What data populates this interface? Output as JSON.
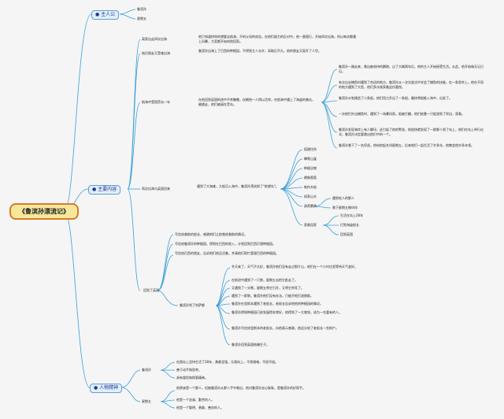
{
  "root": "《鲁滨孙漂流记》",
  "protagonist": {
    "label": "主人公",
    "items": [
      "鲁滨孙",
      "星期五"
    ]
  },
  "content": {
    "label": "主要内容",
    "sections": [
      {
        "label": "离家出走四次出海",
        "text": "他只知道拼命的想要去航海，不听父母的劝告，在他们极力的反对中，他一意孤行，开始四次出海，所以每次都遇上风暴，大家都开始劝他回家。"
      },
      {
        "label": "结识朋友又受难出海",
        "text": "鲁滨孙出海上了巴西的种植园，不得到主人允许，采取后不久。他的朋友又离开了人世。"
      },
      {
        "label": "航海中受困荒岛一年",
        "text": "在他回到英国的途中不幸触礁，仅剩他一人得以活命，在航海中遇上了海盗的袭击，被掳走，他们被留在荒岛。",
        "details": [
          "鲁滨孙一路走来，救出被劫持的鹦鹉，过了大概两年后，他的主人开始接受生活。从此，他开始每天记日记。",
          "有次出去捕鱼时遇到了合适的地方，鲁滨孙从一次次尝试中学会了捕鱼的技能，在一条鱼竿上，他在不同的地方遇到了大鱼，他们多次收获着这份喜悦。",
          "鲁滨孙计划建造了二条船，他们用刀开出了一条船，最终将船推入海中，出发了。",
          "一次他们外出捕鱼时，遇到了一场暴风雨，船被打翻，他们依靠一只船游到了岸边，获救。",
          "鲁滨孙发现海岸上有人脚印，这引起了他的警觉，他很快就发现了一群野人到了岛上，他们在岛上举行仪式，鲁滨孙决定要救出他们中的一个。",
          "鲁滨孙救下了一名俘虏，他给他起名叫星期五，后来他们一起生活了许多年，他教会他许多本领。"
        ]
      },
      {
        "label": "再次出海与英国回来",
        "text": "遇到了大海难，大船沉入海中，鲁滨孙漂流到了\"绝望岛\"。",
        "branches": [
          {
            "label": "搭建住所"
          },
          {
            "label": "攀爬山崖"
          },
          {
            "label": "种植谷物"
          },
          {
            "label": "晒制葡萄"
          },
          {
            "label": "制作木船"
          },
          {
            "label": "饲养山羊"
          },
          {
            "label": "驯养鹦鹉",
            "sub": [
              "遇到吃人的野人",
              "救下星期五做伙伴"
            ]
          },
          {
            "label": "获救回家",
            "sub": [
              "生活在岛上28年",
              "打败海盗船长",
              "回到英国"
            ]
          }
        ]
      },
      {
        "label": "回到了英国",
        "notes": [
          "写信给救助的船长，感谢他们之前曾经救助的情况。",
          "写信给鲁滨孙的种植园，得到在巴西的收入，计划回到巴西打理种植园。",
          "写信给巴西的朋友，告诉他们他还活着，并请他们帮忙管理巴西的种植园。"
        ],
        "subsection": {
          "label": "鲁滨孙到了利萨都",
          "items": [
            "冬天来了，天气不太好，鲁滨孙他们没有走过那片山，他们在一个小村庄里等待天气变好。",
            "在前进中遇到了一只狼，星期五去把它赶走了。",
            "又遇到了一头熊，星期五将它引开，又将它杀死了。",
            "遇到了一群狼，鲁滨孙他们没有办法，只能开枪打退狼群。",
            "鲁滨孙在里斯本遇到了老船长，老船长告诉他他的种植园的情况。",
            "鲁滨孙得知种植园已经发展得非常好，他得到了一大笔钱，成为一名富有的人。",
            "鲁滨孙写信给里斯本的老船长，向他表示感谢，他还分给了老船长一些财产。",
            "鲁滨孙回到英国结婚生子。"
          ]
        }
      }
    ]
  },
  "traits": {
    "label": "人物精神",
    "groups": [
      {
        "label": "鲁滨孙",
        "items": [
          "在孤岛上坚持生活了28年，勇敢坚强，乐观向上，不畏艰难，不屈不挠。",
          "善于动手和思考。",
          "具有冒险和探索精神。"
        ]
      },
      {
        "label": "星期五",
        "items": [
          "他原来是一个野人，但被鲁滨孙从野人手中救出，他对鲁滨孙忠心耿耿，是鲁滨孙的好帮手。",
          "他是一个忠诚、勤劳的人。",
          "他是一个聪明、勇敢、善良的人。"
        ]
      }
    ]
  },
  "colors": {
    "line": "#3a9fd9",
    "root_fill": "#f7e79a",
    "root_border": "#d97b2a",
    "node_fill": "#e3eef9"
  }
}
